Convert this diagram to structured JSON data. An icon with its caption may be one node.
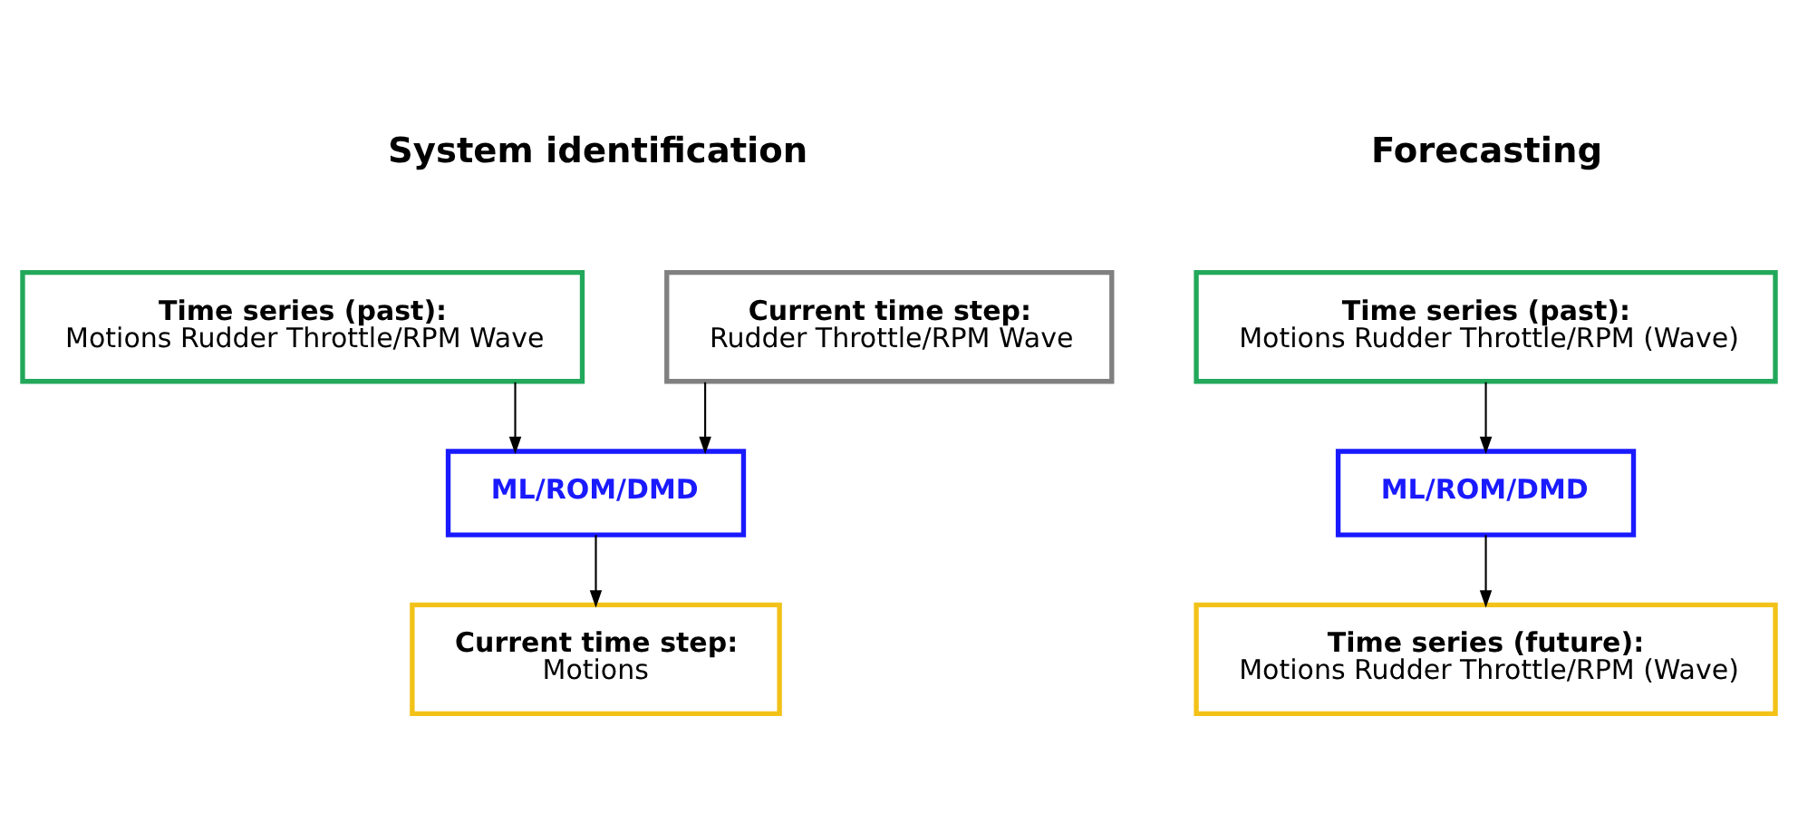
{
  "diagram": {
    "nodes": [
      {
        "text": [
          "Time series (past):",
          "Motions Rudder Throttle/RPM Wave"
        ]
      },
      {
        "text": [
          "Current time step:",
          "Rudder Throttle/RPM Wave"
        ]
      },
      {
        "text": [
          "ML/ROM/DMD"
        ]
      },
      {
        "text": [
          "Current time step:",
          "Motions"
        ]
      },
      {
        "text": [
          "Time series (past):",
          "Motions Rudder Throttle/RPM (Wave)"
        ]
      },
      {
        "text": [
          "ML/ROM/DMD"
        ]
      },
      {
        "text": [
          "Time series (future):",
          "Motions Rudder Throttle/RPM (Wave)"
        ]
      }
    ],
    "edges": [
      {
        "from": 0,
        "to": 2,
        "arrow": "to"
      },
      {
        "from": 1,
        "to": 2,
        "arrow": "to"
      },
      {
        "from": 2,
        "to": 3,
        "arrow": "to"
      },
      {
        "from": 4,
        "to": 5,
        "arrow": "to"
      },
      {
        "from": 5,
        "to": 6,
        "arrow": "to"
      }
    ],
    "labels": [
      "System identification",
      "Forecasting"
    ]
  }
}
